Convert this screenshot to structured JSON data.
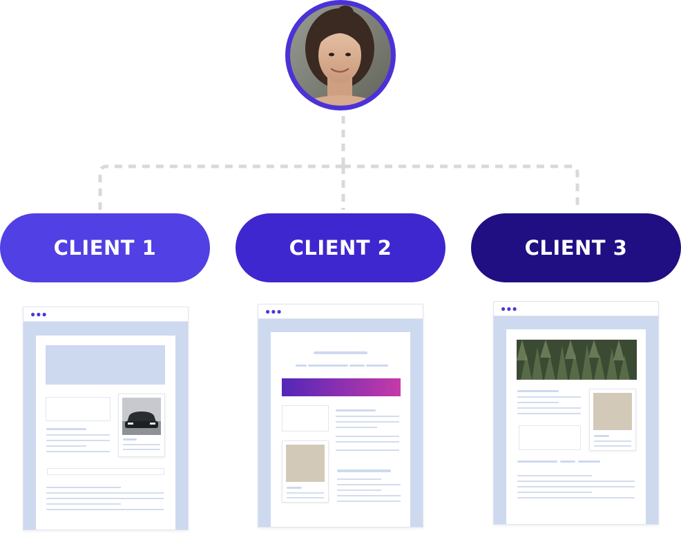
{
  "clients": [
    {
      "label": "CLIENT 1",
      "color": "#5140e3"
    },
    {
      "label": "CLIENT 2",
      "color": "#3f27cf"
    },
    {
      "label": "CLIENT 3",
      "color": "#1f0f82"
    }
  ],
  "colors": {
    "avatar_ring": "#4a32d6",
    "connector": "#d9d9d9",
    "mock_frame": "#cdd9ef",
    "placeholder_tan": "#d2c9b9",
    "banner_gradient": [
      "#5227b8",
      "#c53aa8"
    ]
  },
  "icons": [
    "user-avatar-icon",
    "car-image-icon",
    "forest-image-icon",
    "window-dots-icon"
  ]
}
